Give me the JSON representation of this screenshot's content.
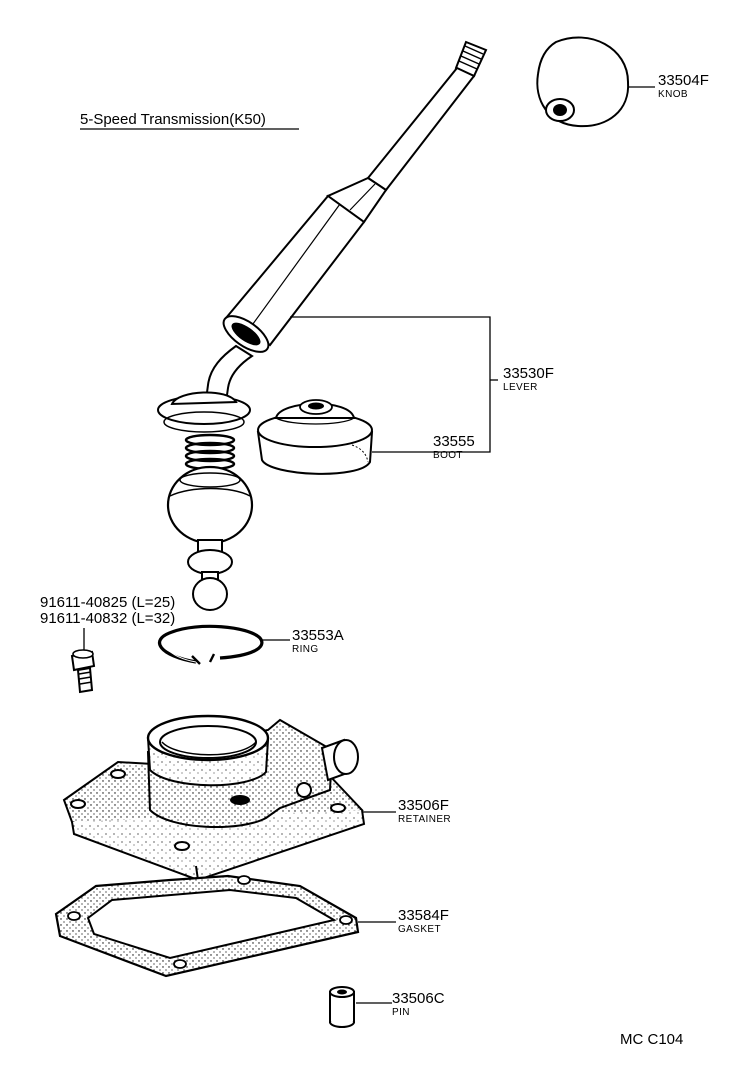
{
  "diagram": {
    "title": "5-Speed Transmission(K50)",
    "code": "MC C104"
  },
  "parts": {
    "knob": {
      "number": "33504F",
      "name": "KNOB"
    },
    "lever": {
      "number": "33530F",
      "name": "LEVER"
    },
    "boot": {
      "number": "33555",
      "name": "BOOT"
    },
    "bolt": {
      "number_1": "91611-40825 (L=25)",
      "number_2": "91611-40832 (L=32)"
    },
    "ring": {
      "number": "33553A",
      "name": "RING"
    },
    "retainer": {
      "number": "33506F",
      "name": "RETAINER"
    },
    "gasket": {
      "number": "33584F",
      "name": "GASKET"
    },
    "pin": {
      "number": "33506C",
      "name": "PIN"
    }
  }
}
